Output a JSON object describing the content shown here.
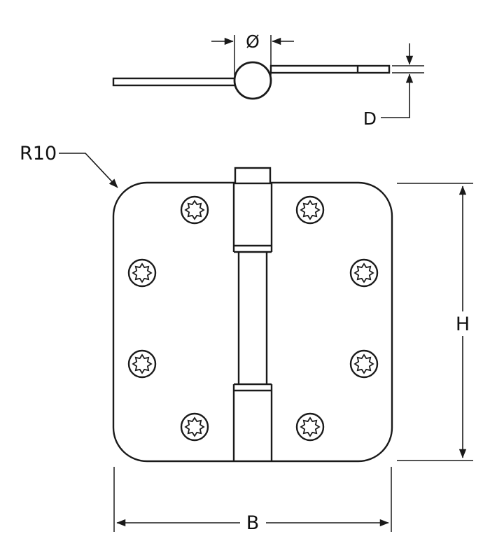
{
  "drawing": {
    "labels": {
      "pin_diameter": "Ø",
      "leaf_thickness": "D",
      "corner_radius": "R10",
      "height": "H",
      "width": "B"
    }
  }
}
